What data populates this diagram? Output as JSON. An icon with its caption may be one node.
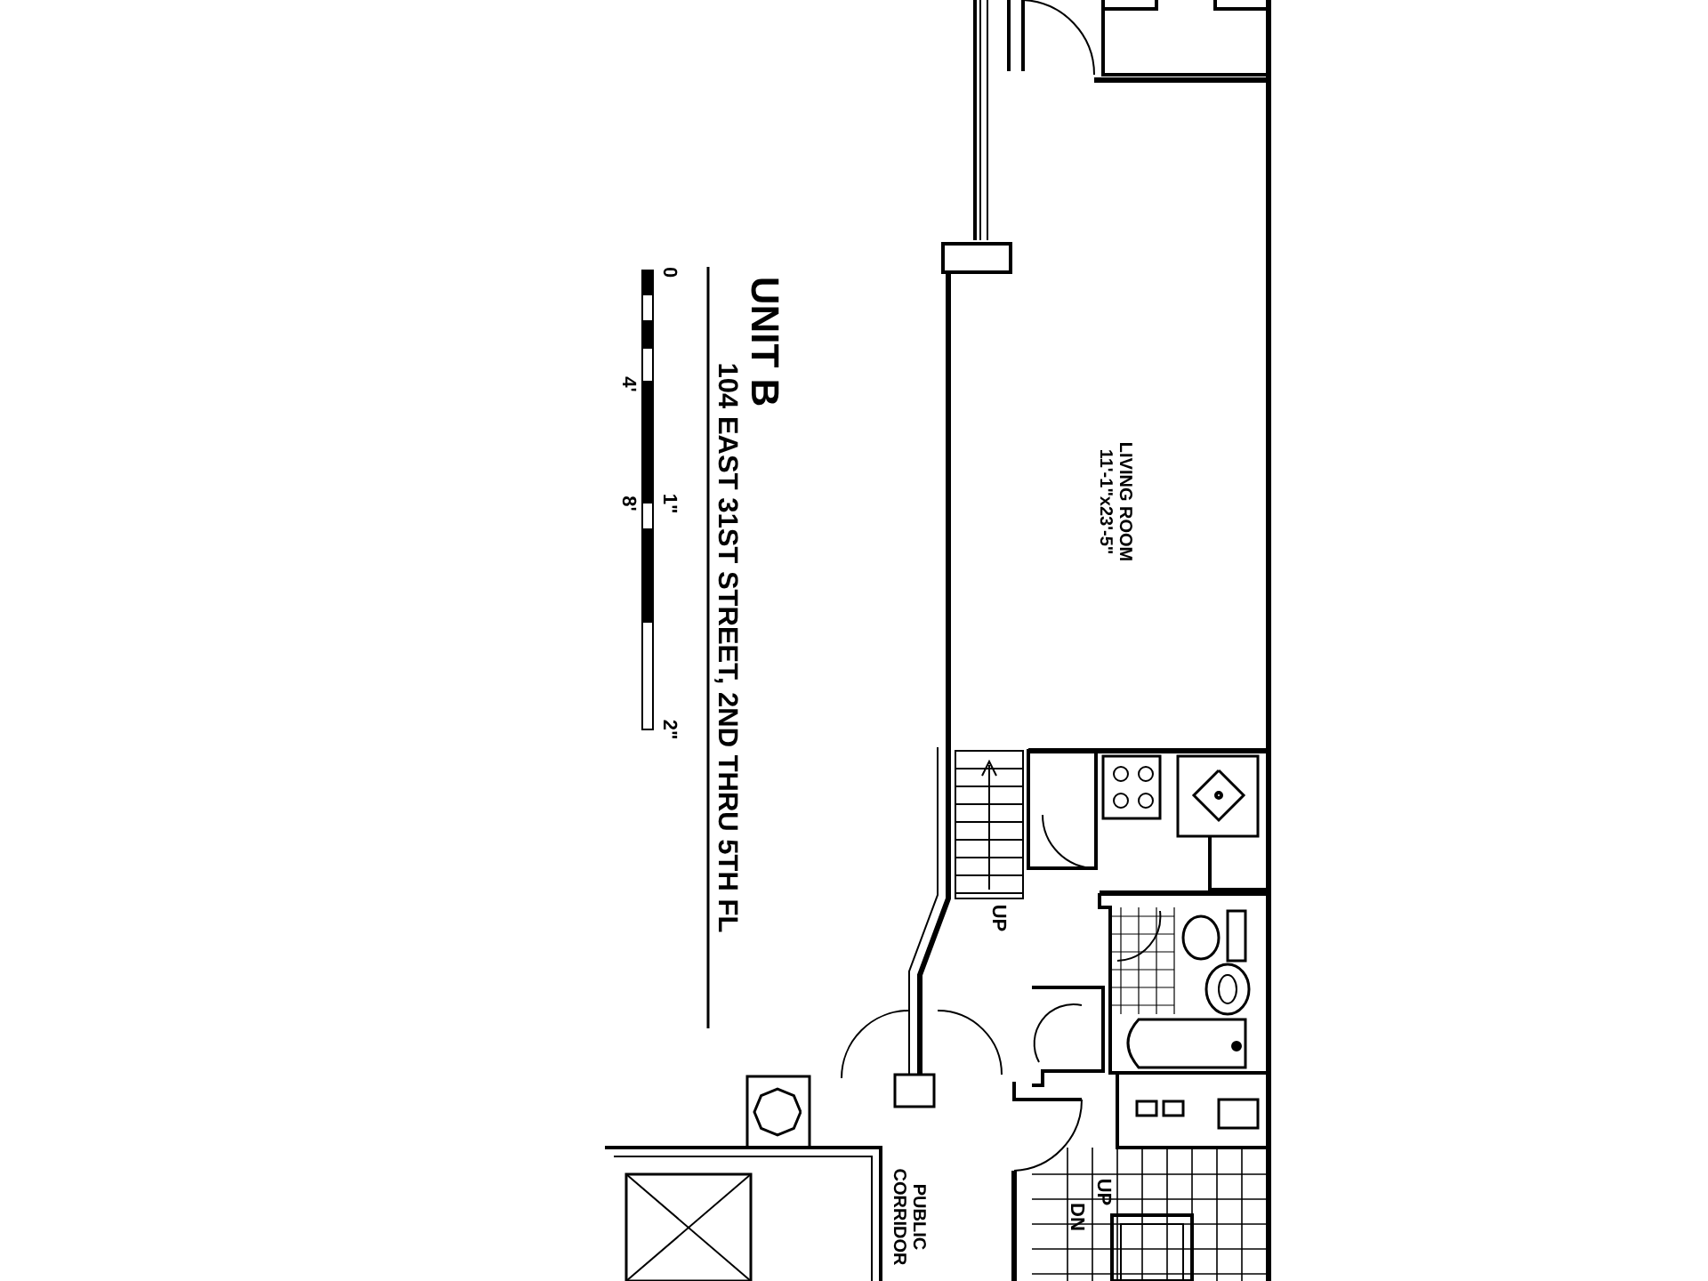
{
  "diagram": {
    "title": "UNIT B",
    "nodes": [
      {
        "text": [
          "LIVING ROOM",
          "11'-1\"x23'-5\""
        ]
      }
    ],
    "edges": [],
    "labels": [
      "104 EAST 31ST STREET, 2ND THRU 5TH FL",
      "0",
      "1\"",
      "2\"",
      "4'",
      "8'",
      "UP",
      "UP",
      "DN",
      "PUBLIC CORRIDOR"
    ]
  }
}
